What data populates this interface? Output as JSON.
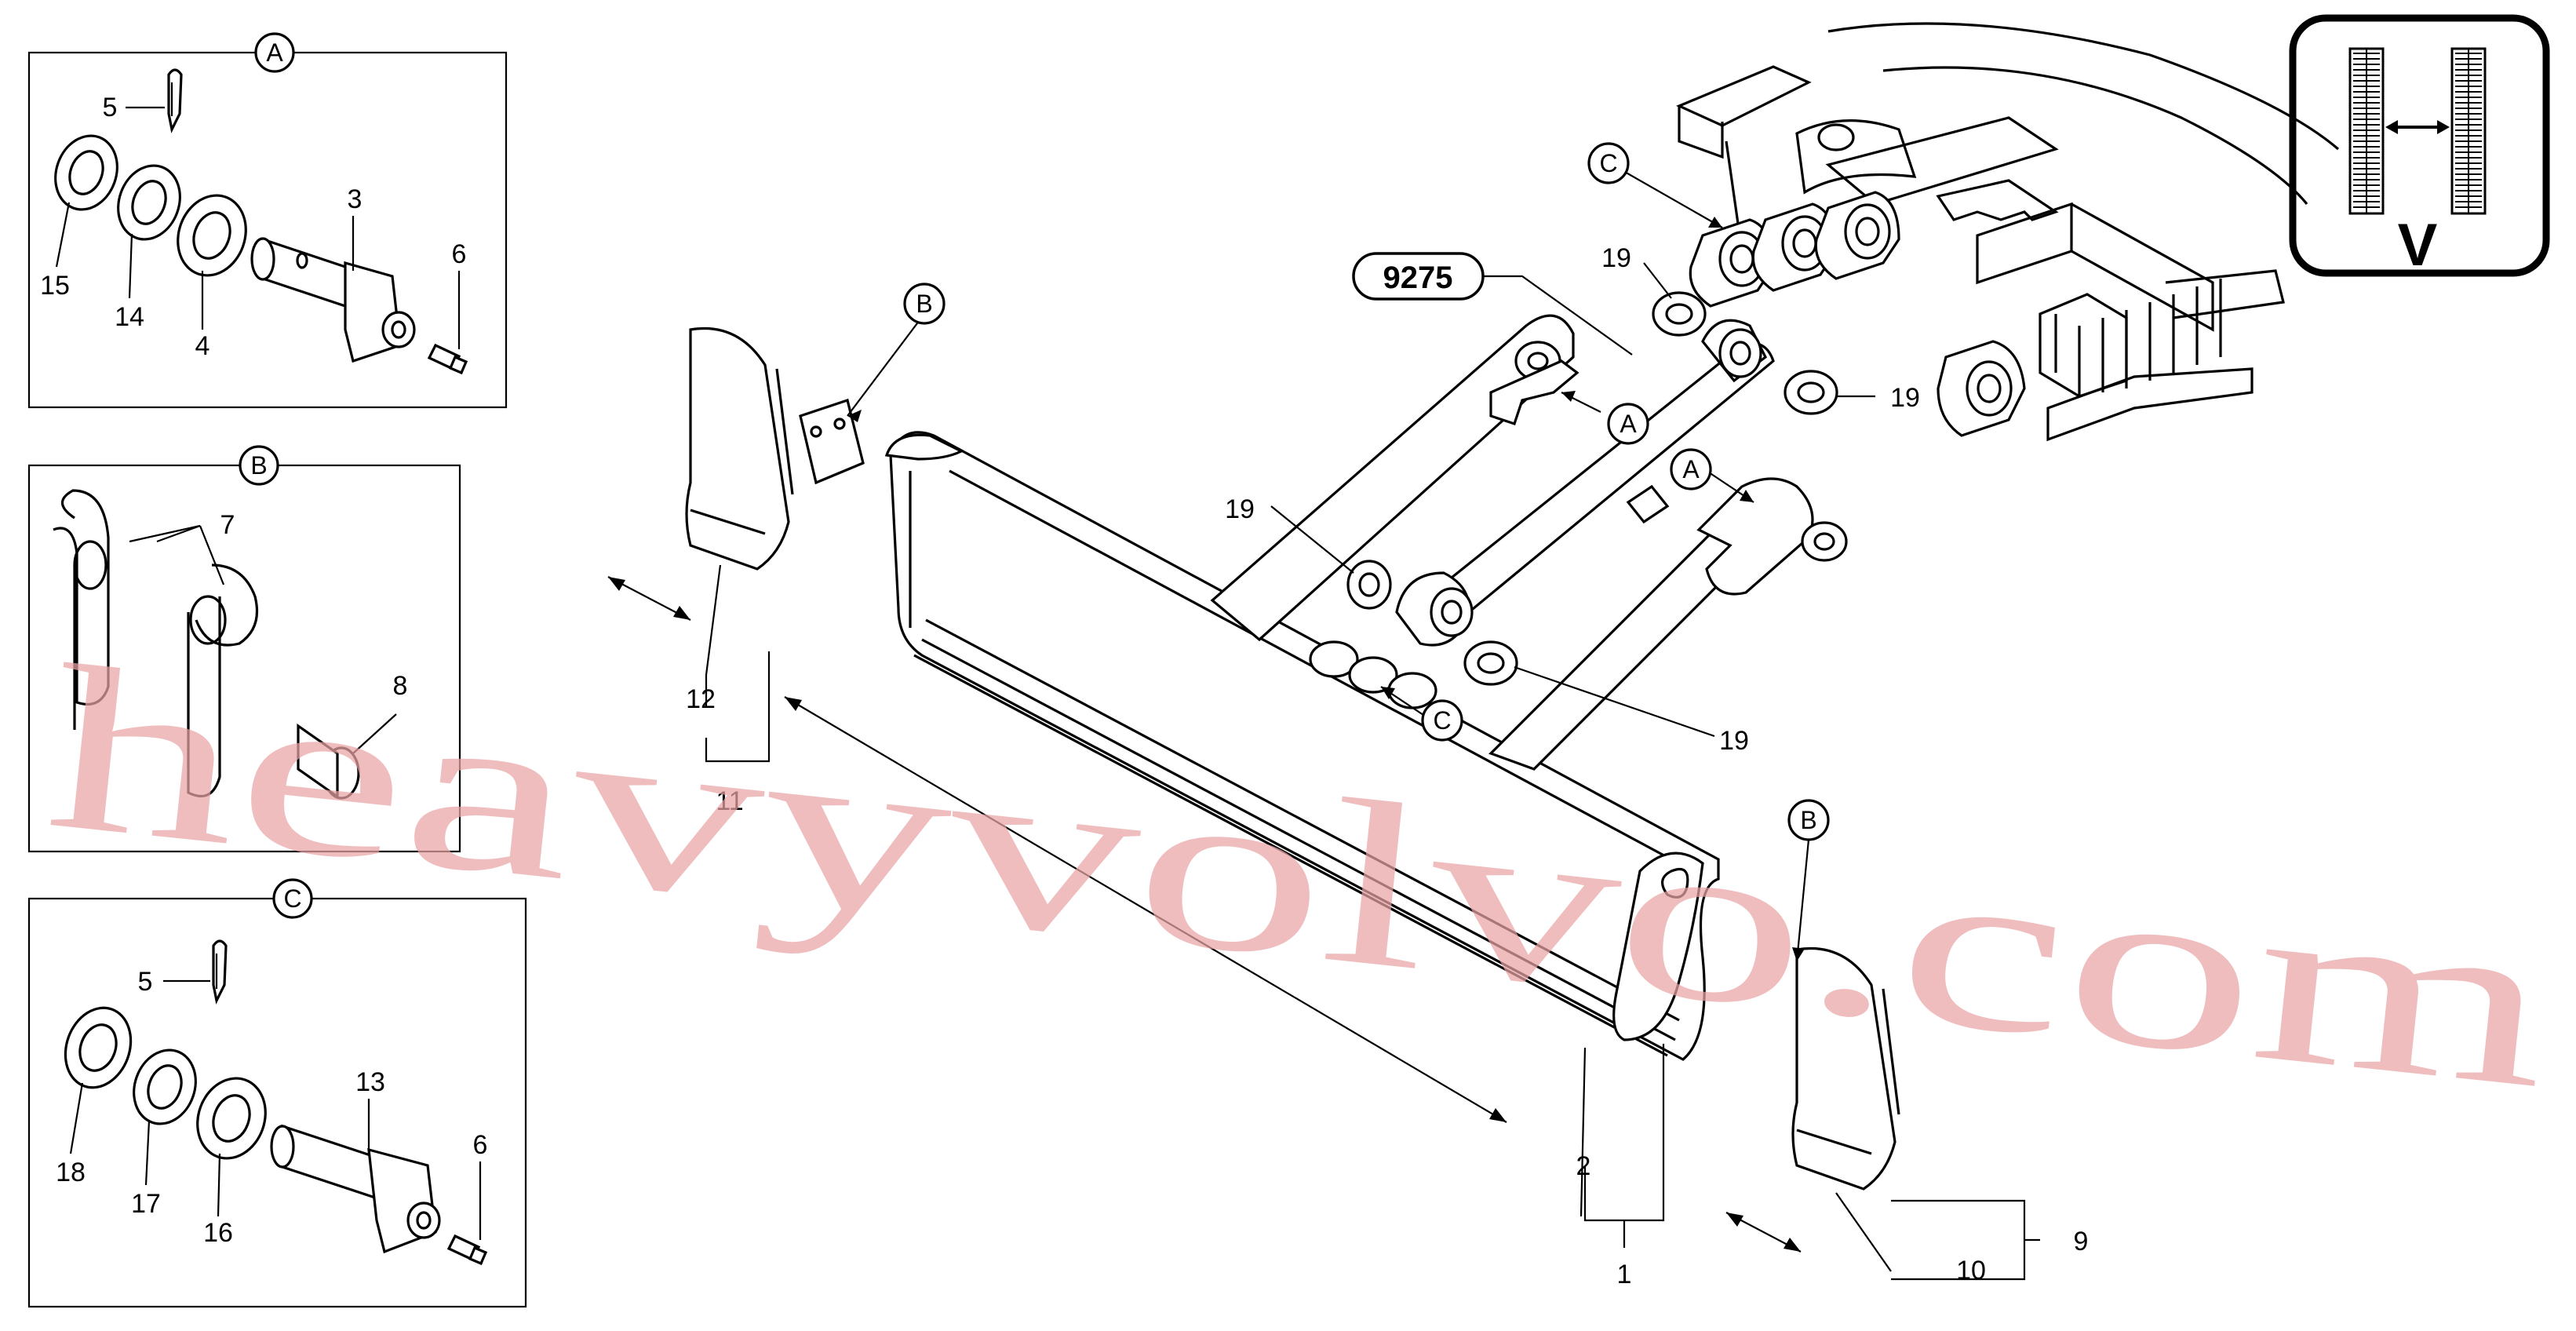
{
  "diagram": {
    "reference_number": "9275",
    "watermark": "heavyvolvo.com",
    "view_marker": "V",
    "detail_panels": [
      {
        "id": "A",
        "callouts": [
          "5",
          "3",
          "6",
          "15",
          "14",
          "4"
        ]
      },
      {
        "id": "B",
        "callouts": [
          "7",
          "8"
        ]
      },
      {
        "id": "C",
        "callouts": [
          "5",
          "13",
          "6",
          "18",
          "17",
          "16"
        ]
      }
    ],
    "main_callouts": {
      "c19a": "19",
      "c19b": "19",
      "c19c": "19",
      "c19d": "19",
      "c12": "12",
      "c11": "11",
      "c2": "2",
      "c1": "1",
      "c9": "9",
      "c10": "10"
    },
    "circle_refs": {
      "b_left": "B",
      "b_right": "B",
      "a1": "A",
      "a2": "A",
      "c_top": "C",
      "c_mid": "C"
    }
  }
}
